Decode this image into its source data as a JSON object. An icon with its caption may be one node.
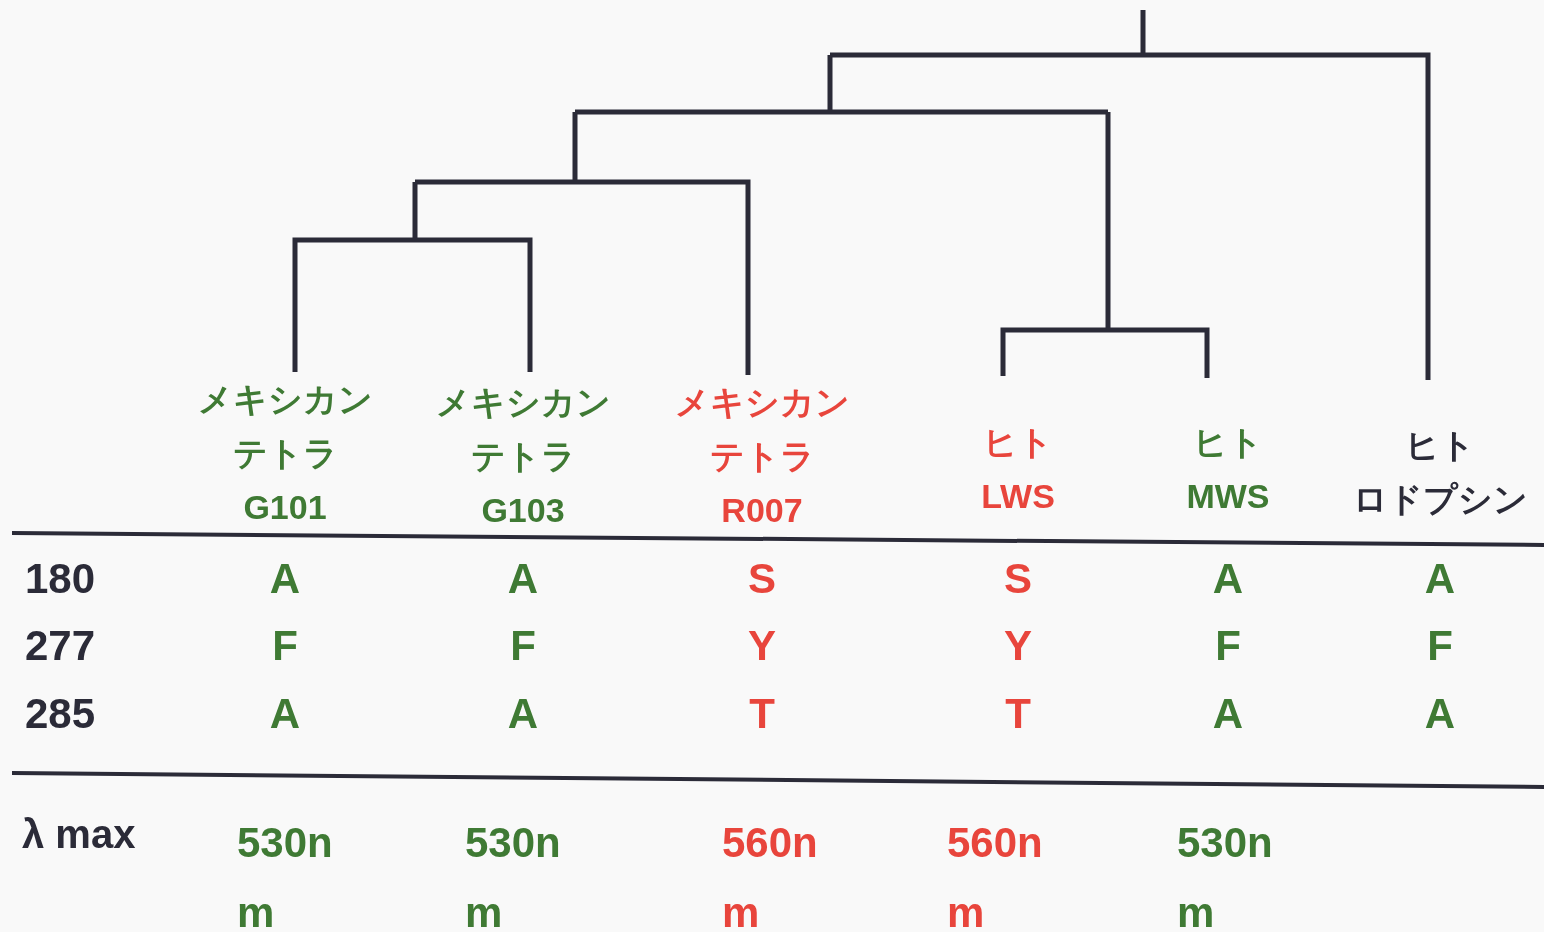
{
  "diagram": {
    "labels": [
      "メキシカンテトラ G101",
      "メキシカンテトラ G103",
      "メキシカンテトラ R007",
      "ヒト LWS",
      "ヒト MWS",
      "ヒトロドプシン",
      "180",
      "A",
      "A",
      "S",
      "S",
      "A",
      "A",
      "277",
      "F",
      "F",
      "Y",
      "Y",
      "F",
      "F",
      "285",
      "A",
      "A",
      "T",
      "T",
      "A",
      "A",
      "λ max",
      "530nm",
      "530nm",
      "560nm",
      "560nm",
      "530nm"
    ]
  }
}
